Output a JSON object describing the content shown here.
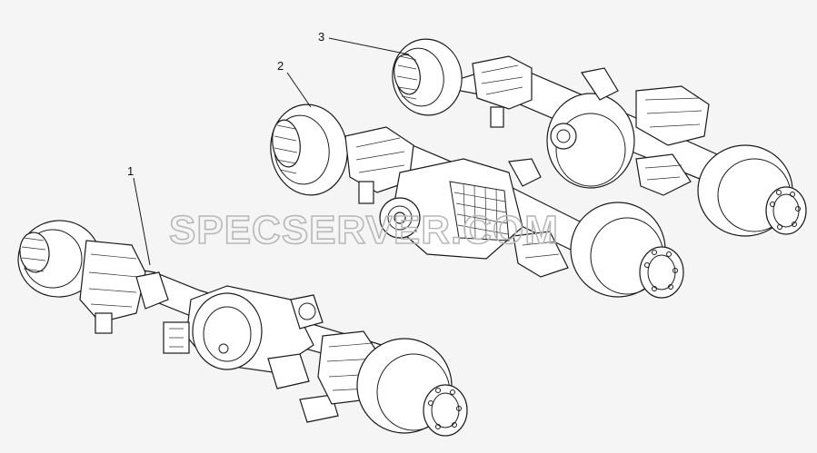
{
  "figure": {
    "callouts": [
      {
        "id": "1",
        "label": "1"
      },
      {
        "id": "2",
        "label": "2"
      },
      {
        "id": "3",
        "label": "3"
      }
    ],
    "watermark": "SPECSERVER.COM"
  }
}
